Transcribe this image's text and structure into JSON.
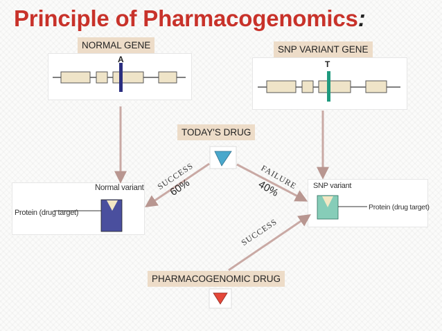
{
  "title": {
    "text": "Principle of  Pharmacogenomics",
    "suffix": ":"
  },
  "labels": {
    "normal_gene": "NORMAL GENE",
    "snp_gene": "SNP VARIANT GENE",
    "todays_drug": "TODAY'S DRUG",
    "pg_drug": "PHARMACOGENOMIC DRUG"
  },
  "genes": {
    "normal_letter": "A",
    "snp_letter": "T"
  },
  "left_target": {
    "variant_label": "Normal variant",
    "protein_label": "Protein (drug target)"
  },
  "right_target": {
    "variant_label": "SNP variant",
    "protein_label": "Protein (drug target)"
  },
  "arrows": {
    "success_1": {
      "word": "SUCCESS",
      "percent": "60%"
    },
    "failure": {
      "word": "FAILURE",
      "percent": "40%"
    },
    "success_2": {
      "word": "SUCCESS"
    }
  },
  "colors": {
    "title": "#c8322a",
    "tag_bg": "#eddcc8",
    "normal_marker": "#2b2e80",
    "snp_marker": "#1f9a7e",
    "todays_drug": "#4aa8cc",
    "pg_drug": "#e5483a",
    "normal_protein": "#4a4f9e",
    "snp_protein": "#86cdb8",
    "arrow": "#c9a9a4"
  }
}
